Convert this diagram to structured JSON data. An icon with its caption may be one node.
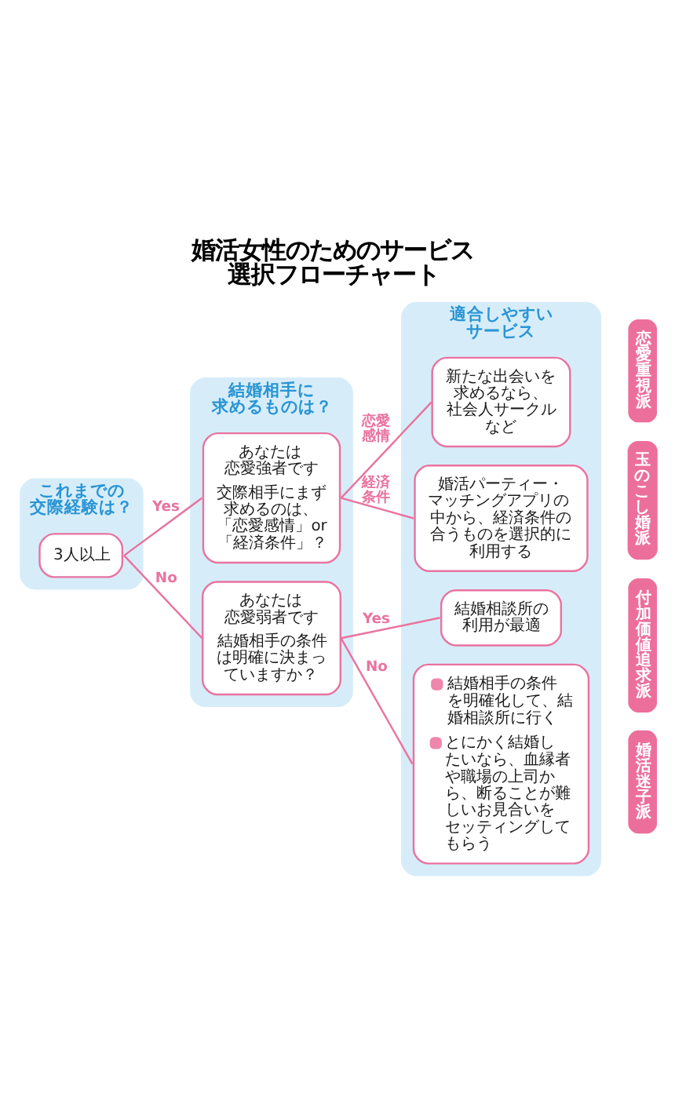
{
  "diagram": {
    "title": "婚活女性のためのサービス選択フローチャート",
    "nodes": [
      {
        "text": [
          "これまでの交際経験は？"
        ]
      },
      {
        "text": [
          "結婚相手に求めるものは？"
        ]
      },
      {
        "text": [
          "適合しやすいサービス"
        ]
      },
      {
        "text": [
          "3人以上"
        ],
        "in": 0
      },
      {
        "text": [
          "あなたは恋愛強者です",
          "交際相手にまず求めるのは、「恋愛感情」or「経済条件」？"
        ],
        "in": 1
      },
      {
        "text": [
          "あなたは恋愛弱者です",
          "結婚相手の条件は明確に決まっていますか？"
        ],
        "in": 1
      },
      {
        "text": [
          "新たな出会いを求めるなら、社会人サークルなど"
        ],
        "in": 2
      },
      {
        "text": [
          "婚活パーティー・マッチングアプリの中から、経済条件の合うものを選択的に利用する"
        ],
        "in": 2
      },
      {
        "text": [
          "結婚相談所の利用が最適"
        ],
        "in": 2
      },
      {
        "text": [
          "結婚相手の条件を明確化して、結婚相談所に行く",
          "とにかく結婚したいなら、血縁者や職場の上司から、断ることが難しいお見合いをセッティングしてもらう"
        ],
        "in": 2
      },
      {
        "text": [
          "恋愛重視派"
        ]
      },
      {
        "text": [
          "玉のこし婚派"
        ]
      },
      {
        "text": [
          "付加価値追求派"
        ]
      },
      {
        "text": [
          "婚活迷子派"
        ]
      }
    ],
    "edges": [
      {
        "from": 3,
        "to": 4,
        "arrow": "none",
        "label": "Yes"
      },
      {
        "from": 3,
        "to": 5,
        "arrow": "none",
        "label": "No"
      },
      {
        "from": 4,
        "to": 6,
        "arrow": "none",
        "label": "恋愛感情"
      },
      {
        "from": 4,
        "to": 7,
        "arrow": "none",
        "label": "経済条件"
      },
      {
        "from": 5,
        "to": 8,
        "arrow": "none",
        "label": "Yes"
      },
      {
        "from": 5,
        "to": 9,
        "arrow": "none",
        "label": "No"
      }
    ]
  }
}
